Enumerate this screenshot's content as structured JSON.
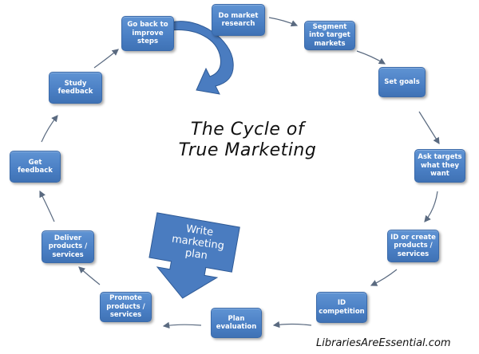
{
  "title": {
    "line1": "The Cycle of",
    "line2": "True Marketing"
  },
  "center_arrow": {
    "label_lines": [
      "Write",
      "marketing",
      "plan"
    ]
  },
  "feedback_arrow": {
    "icon": "curved-arrow-icon"
  },
  "steps": [
    {
      "id": "do-market-research",
      "label": "Do market research"
    },
    {
      "id": "segment-into-target-markets",
      "label": "Segment into target markets"
    },
    {
      "id": "set-goals",
      "label": "Set goals"
    },
    {
      "id": "ask-targets-what-they-want",
      "label": "Ask targets what they want"
    },
    {
      "id": "id-or-create-products-services",
      "label": "ID or create products / services"
    },
    {
      "id": "id-competition",
      "label": "ID competition"
    },
    {
      "id": "plan-evaluation",
      "label": "Plan evaluation"
    },
    {
      "id": "promote-products-services",
      "label": "Promote products / services"
    },
    {
      "id": "deliver-products-services",
      "label": "Deliver products / services"
    },
    {
      "id": "get-feedback",
      "label": "Get feedback"
    },
    {
      "id": "study-feedback",
      "label": "Study feedback"
    },
    {
      "id": "go-back-to-improve-steps",
      "label": "Go back to improve steps"
    }
  ],
  "footer": {
    "site": "LibrariesAreEssential.com"
  },
  "colors": {
    "box_fill": "#4a7fc4",
    "box_border": "#3a6aaa",
    "arrow_line": "#5a6a80",
    "big_arrow": "#4a7cc0"
  }
}
